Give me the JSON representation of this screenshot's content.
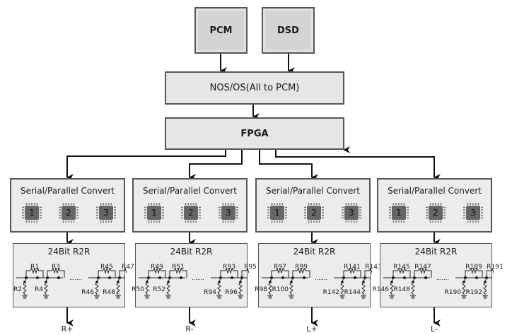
{
  "sources": [
    {
      "label": "PCM"
    },
    {
      "label": "DSD"
    }
  ],
  "nos": {
    "label": "NOS/OS(All to PCM)"
  },
  "fpga": {
    "label": "FPGA"
  },
  "channels": [
    {
      "convert_title": "Serial/Parallel Convert",
      "chips": [
        "1",
        "2",
        "3"
      ],
      "r2r_title": "24Bit R2R",
      "series": [
        "R1",
        "R3",
        "R45",
        "R47"
      ],
      "shunt": [
        "R2",
        "R4",
        "R46",
        "R48"
      ],
      "output": "R+"
    },
    {
      "convert_title": "Serial/Parallel Convert",
      "chips": [
        "1",
        "2",
        "3"
      ],
      "r2r_title": "24Bit R2R",
      "series": [
        "R49",
        "R51",
        "R93",
        "R95"
      ],
      "shunt": [
        "R50",
        "R52",
        "R94",
        "R96"
      ],
      "output": "R-"
    },
    {
      "convert_title": "Serial/Parallel Convert",
      "chips": [
        "1",
        "2",
        "3"
      ],
      "r2r_title": "24Bit R2R",
      "series": [
        "R97",
        "R99",
        "R141",
        "R143"
      ],
      "shunt": [
        "R98",
        "R100",
        "R142",
        "R144"
      ],
      "output": "L+"
    },
    {
      "convert_title": "Serial/Parallel Convert",
      "chips": [
        "1",
        "2",
        "3"
      ],
      "r2r_title": "24Bit R2R",
      "series": [
        "R145",
        "R147",
        "R189",
        "R191"
      ],
      "shunt": [
        "R146",
        "R148",
        "R190",
        "R192"
      ],
      "output": "L-"
    }
  ],
  "ellipsis": "......."
}
